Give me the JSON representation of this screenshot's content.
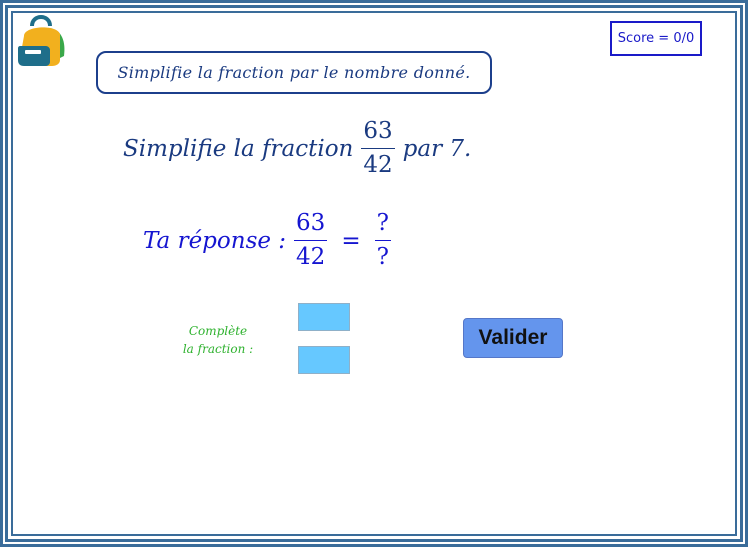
{
  "header": {
    "instruction": "Simplifie la fraction par le nombre donné.",
    "score": "Score = 0/0"
  },
  "question": {
    "prefix": "Simplifie la fraction",
    "numerator": "63",
    "denominator": "42",
    "suffix": "par 7."
  },
  "answer": {
    "label": "Ta réponse :",
    "numerator": "63",
    "denominator": "42",
    "equals": "=",
    "result_numerator": "?",
    "result_denominator": "?"
  },
  "form": {
    "hint_line1": "Complète",
    "hint_line2": "la fraction :",
    "numerator_value": "",
    "denominator_value": "",
    "submit_label": "Valider"
  },
  "colors": {
    "frame": "#3a6c9a",
    "input_fill": "#66c8ff",
    "button_fill": "#6495ed",
    "hint_text": "#2fb22f",
    "score_border": "#1a1ac8"
  },
  "icons": {
    "logo": "backpack-icon"
  }
}
